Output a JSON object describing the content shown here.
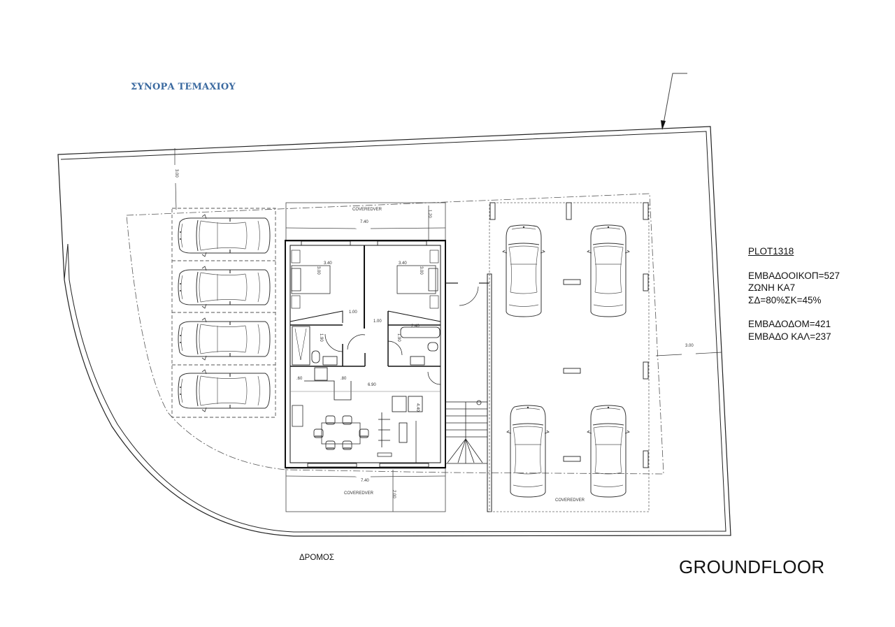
{
  "drawing": {
    "title": "GROUNDFLOOR",
    "boundary_label": "ΣΥΝΟΡΑ ΤΕΜΑΧΙΟΥ",
    "road_label": "ΔΡΟΜΟΣ",
    "colors": {
      "boundary_label": "#3b6aa0",
      "lines": "#222222",
      "background": "#ffffff"
    }
  },
  "plot_info": {
    "plot": "PLOT1318",
    "area_plot": "ΕΜΒΑΔΟΟΙΚΟΠ=527",
    "zone": "ΖΩΝΗ ΚΑ7",
    "ratios": "ΣΔ=80%ΣΚ=45%",
    "area_built": "ΕΜΒΑΔΟΔΟΜ=421",
    "area_covered": "ΕΜΒΑΔΟ ΚΑΛ=237"
  },
  "covered_areas": {
    "top": "COVEREDVER",
    "bottom": "COVEREDVER",
    "parking": "COVEREDVER"
  },
  "dimensions": {
    "top_width": "7.40",
    "top_depth": "1.20",
    "bottom_width": "7.40",
    "bottom_depth": "2.00",
    "left_setback": "3.00",
    "right_setback": "3.00",
    "bedroom1_width": "3.40",
    "bedroom1_depth": "3.00",
    "bedroom2_width": "3.40",
    "bedroom2_depth": "3.00",
    "corridor1": "1.00",
    "corridor2": "1.00",
    "bath1_depth": "1.90",
    "bath2_depth": "1.90",
    "bath2_width": "2.40",
    "kitchen_a": ".60",
    "kitchen_b": ".80",
    "living_width": "6.90",
    "living_depth": "4.40"
  },
  "parking": {
    "left_spaces": 4,
    "right_spaces": 4
  }
}
